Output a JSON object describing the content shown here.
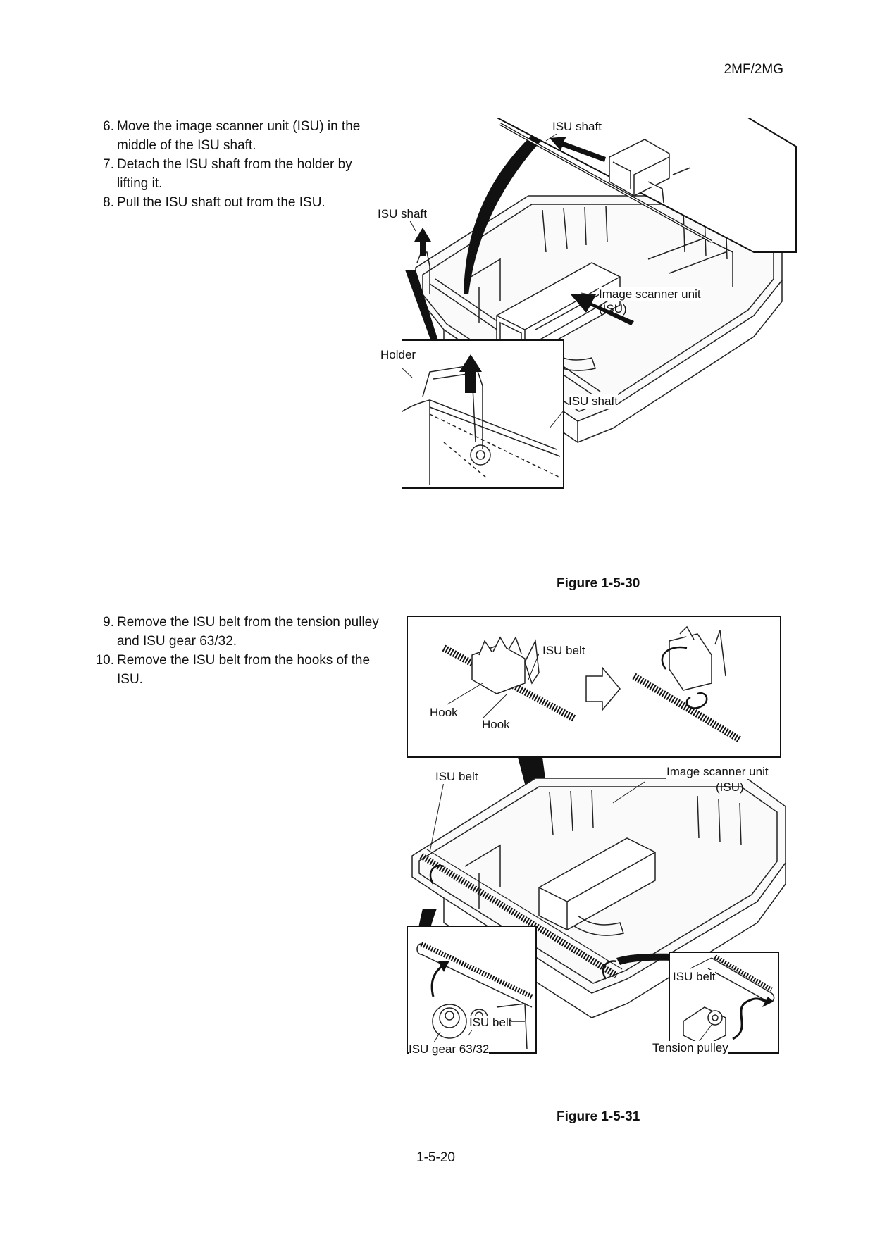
{
  "header": {
    "model": "2MF/2MG"
  },
  "steps_a": [
    {
      "num": "6.",
      "text": "Move the image scanner unit (ISU) in the middle of the ISU shaft."
    },
    {
      "num": "7.",
      "text": "Detach the ISU shaft from the holder by lifting it."
    },
    {
      "num": "8.",
      "text": "Pull the ISU shaft out from the ISU."
    }
  ],
  "steps_b": [
    {
      "num": "9.",
      "text": "Remove the ISU belt from the tension pulley and ISU gear 63/32."
    },
    {
      "num": "10.",
      "text": "Remove the ISU belt from the hooks of the ISU."
    }
  ],
  "figure_a": {
    "caption": "Figure 1-5-30",
    "labels": {
      "isu_shaft_top": "ISU shaft",
      "isu_shaft_left": "ISU shaft",
      "isu_line1": "Image scanner unit",
      "isu_line2": "(ISU)",
      "holder": "Holder",
      "isu_shaft_inset": "ISU shaft"
    }
  },
  "figure_b": {
    "caption": "Figure 1-5-31",
    "labels": {
      "isu_belt_top": "ISU belt",
      "hook_1": "Hook",
      "hook_2": "Hook",
      "isu_belt_left": "ISU belt",
      "isu_line1": "Image scanner unit",
      "isu_line2": "(ISU)",
      "isu_belt_gear_inset": "ISU belt",
      "isu_gear": "ISU gear 63/32",
      "isu_belt_pulley_inset": "ISU belt",
      "tension_pulley": "Tension pulley"
    }
  },
  "footer": {
    "page_number": "1-5-20"
  }
}
